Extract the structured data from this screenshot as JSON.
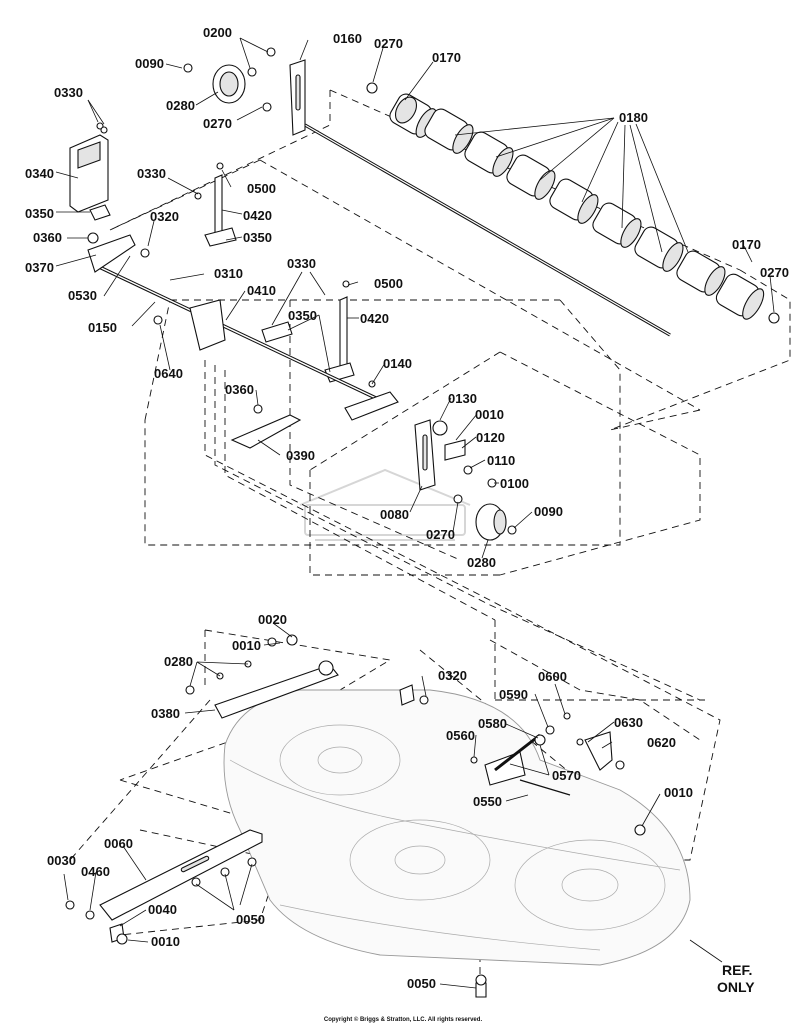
{
  "diagram": {
    "labels": {
      "l0200": "0200",
      "l0160": "0160",
      "l0270a": "0270",
      "l0170a": "0170",
      "l0090a": "0090",
      "l0280a": "0280",
      "l0270b": "0270",
      "l0180": "0180",
      "l0330a": "0330",
      "l0340": "0340",
      "l0350a": "0350",
      "l0330b": "0330",
      "l0500a": "0500",
      "l0420a": "0420",
      "l0320a": "0320",
      "l0360a": "0360",
      "l0350b": "0350",
      "l0370": "0370",
      "l0310": "0310",
      "l0530": "0530",
      "l0330c": "0330",
      "l0500b": "0500",
      "l0410": "0410",
      "l0170b": "0170",
      "l0270c": "0270",
      "l0150": "0150",
      "l0350c": "0350",
      "l0420b": "0420",
      "l0640": "0640",
      "l0140": "0140",
      "l0360b": "0360",
      "l0130": "0130",
      "l0010a": "0010",
      "l0120": "0120",
      "l0390": "0390",
      "l0110": "0110",
      "l0100": "0100",
      "l0080": "0080",
      "l0270d": "0270",
      "l0090b": "0090",
      "l0280b": "0280",
      "l0020": "0020",
      "l0010b": "0010",
      "l0280c": "0280",
      "l0320b": "0320",
      "l0380": "0380",
      "l0600": "0600",
      "l0590": "0590",
      "l0630": "0630",
      "l0580": "0580",
      "l0560": "0560",
      "l0620": "0620",
      "l0570": "0570",
      "l0550": "0550",
      "l0010c": "0010",
      "l0060": "0060",
      "l0030": "0030",
      "l0460": "0460",
      "l0040": "0040",
      "l0050a": "0050",
      "l0010d": "0010",
      "l0050b": "0050"
    },
    "ref_note_line1": "REF.",
    "ref_note_line2": "ONLY",
    "copyright": "Copyright © Briggs & Stratton, LLC. All rights reserved."
  }
}
